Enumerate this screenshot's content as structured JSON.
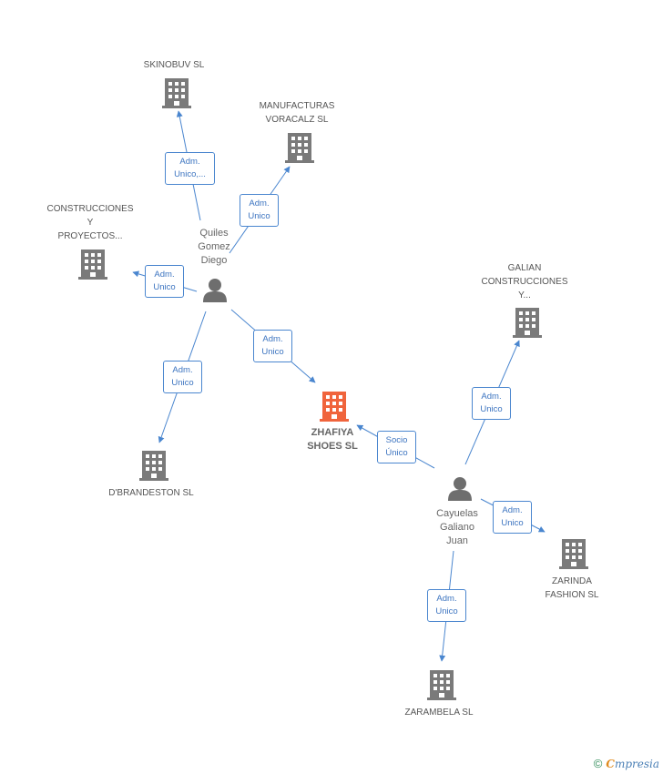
{
  "colors": {
    "edge": "#4a86cf",
    "company": "#7a7a7a",
    "company_main": "#f0643c",
    "person": "#6e6e6e"
  },
  "nodes": {
    "skinobuv": "SKINOBUV  SL",
    "manufacturas": "MANUFACTURAS\nVORACALZ  SL",
    "construcciones": "CONSTRUCCIONES\nY\nPROYECTOS...",
    "galian": "GALIAN\nCONSTRUCCIONES\nY...",
    "zhafiya": "ZHAFIYA\nSHOES SL",
    "dbrandeston": "D'BRANDESTON SL",
    "zarinda": "ZARINDA\nFASHION SL",
    "zarambela": "ZARAMBELA SL"
  },
  "persons": {
    "quiles": "Quiles\nGomez\nDiego",
    "cayuelas": "Cayuelas\nGaliano\nJuan"
  },
  "edges": {
    "quiles_skinobuv": "Adm.\nUnico,...",
    "quiles_manufacturas": "Adm.\nUnico",
    "quiles_construcciones": "Adm.\nUnico",
    "quiles_zhafiya": "Adm.\nUnico",
    "quiles_dbrandeston": "Adm.\nUnico",
    "cayuelas_zhafiya": "Socio\nÚnico",
    "cayuelas_galian": "Adm.\nUnico",
    "cayuelas_zarinda": "Adm.\nUnico",
    "cayuelas_zarambela": "Adm.\nUnico"
  },
  "footer": {
    "copyright": "©",
    "brand_initial": "C",
    "brand_rest": "mpresia"
  }
}
